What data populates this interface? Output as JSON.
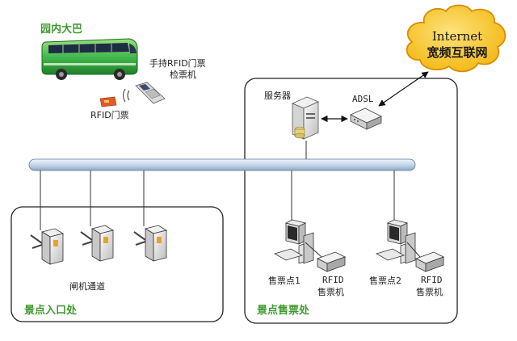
{
  "labels": {
    "bus": "园内大巴",
    "handheld_line1": "手持RFID门票",
    "handheld_line2": "检票机",
    "rfid_ticket": "RFID门票",
    "server": "服务器",
    "adsl": "ADSL",
    "internet_line1": "Internet",
    "internet_line2": "宽频互联网",
    "gate_channel": "闸机通道",
    "entrance": "景点入口处",
    "ticket_office": "景点售票处",
    "pos1": "售票点1",
    "pos2": "售票点2",
    "rfid_machine_line1": "RFID",
    "rfid_machine_line2": "售票机"
  },
  "colors": {
    "green_label": "#3e9a2e",
    "cloud_fill": "#f7c21a",
    "cloud_stroke": "#d98c00",
    "bus_green": "#3fb44a",
    "bus_window": "#1f2d44",
    "backbone": "#c8d9ea",
    "frame": "#222222"
  },
  "icons": {
    "bus": "bus-icon",
    "handheld": "handheld-scanner-icon",
    "ticket": "rfid-ticket-icon",
    "server": "server-icon",
    "modem": "adsl-modem-icon",
    "cloud": "cloud-icon",
    "turnstile": "turnstile-icon",
    "computer": "computer-icon",
    "ticket_machine": "ticket-machine-icon"
  }
}
